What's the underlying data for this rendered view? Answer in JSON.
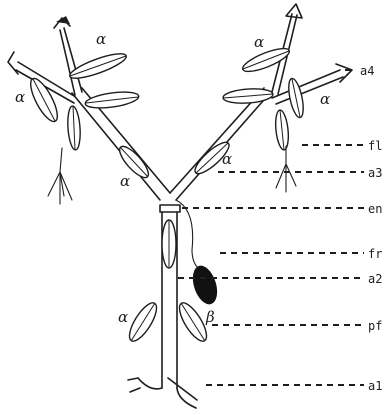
{
  "diagram": {
    "labels": {
      "a4": "a4",
      "fl": "fl",
      "a3": "a3",
      "en": "en",
      "fr": "fr",
      "a2": "a2",
      "pf": "pf",
      "a1": "a1"
    },
    "greek": {
      "alpha": "α",
      "beta": "β"
    },
    "colors": {
      "ink": "#1e1e1e",
      "fruit": "#111111",
      "background": "#ffffff"
    }
  }
}
